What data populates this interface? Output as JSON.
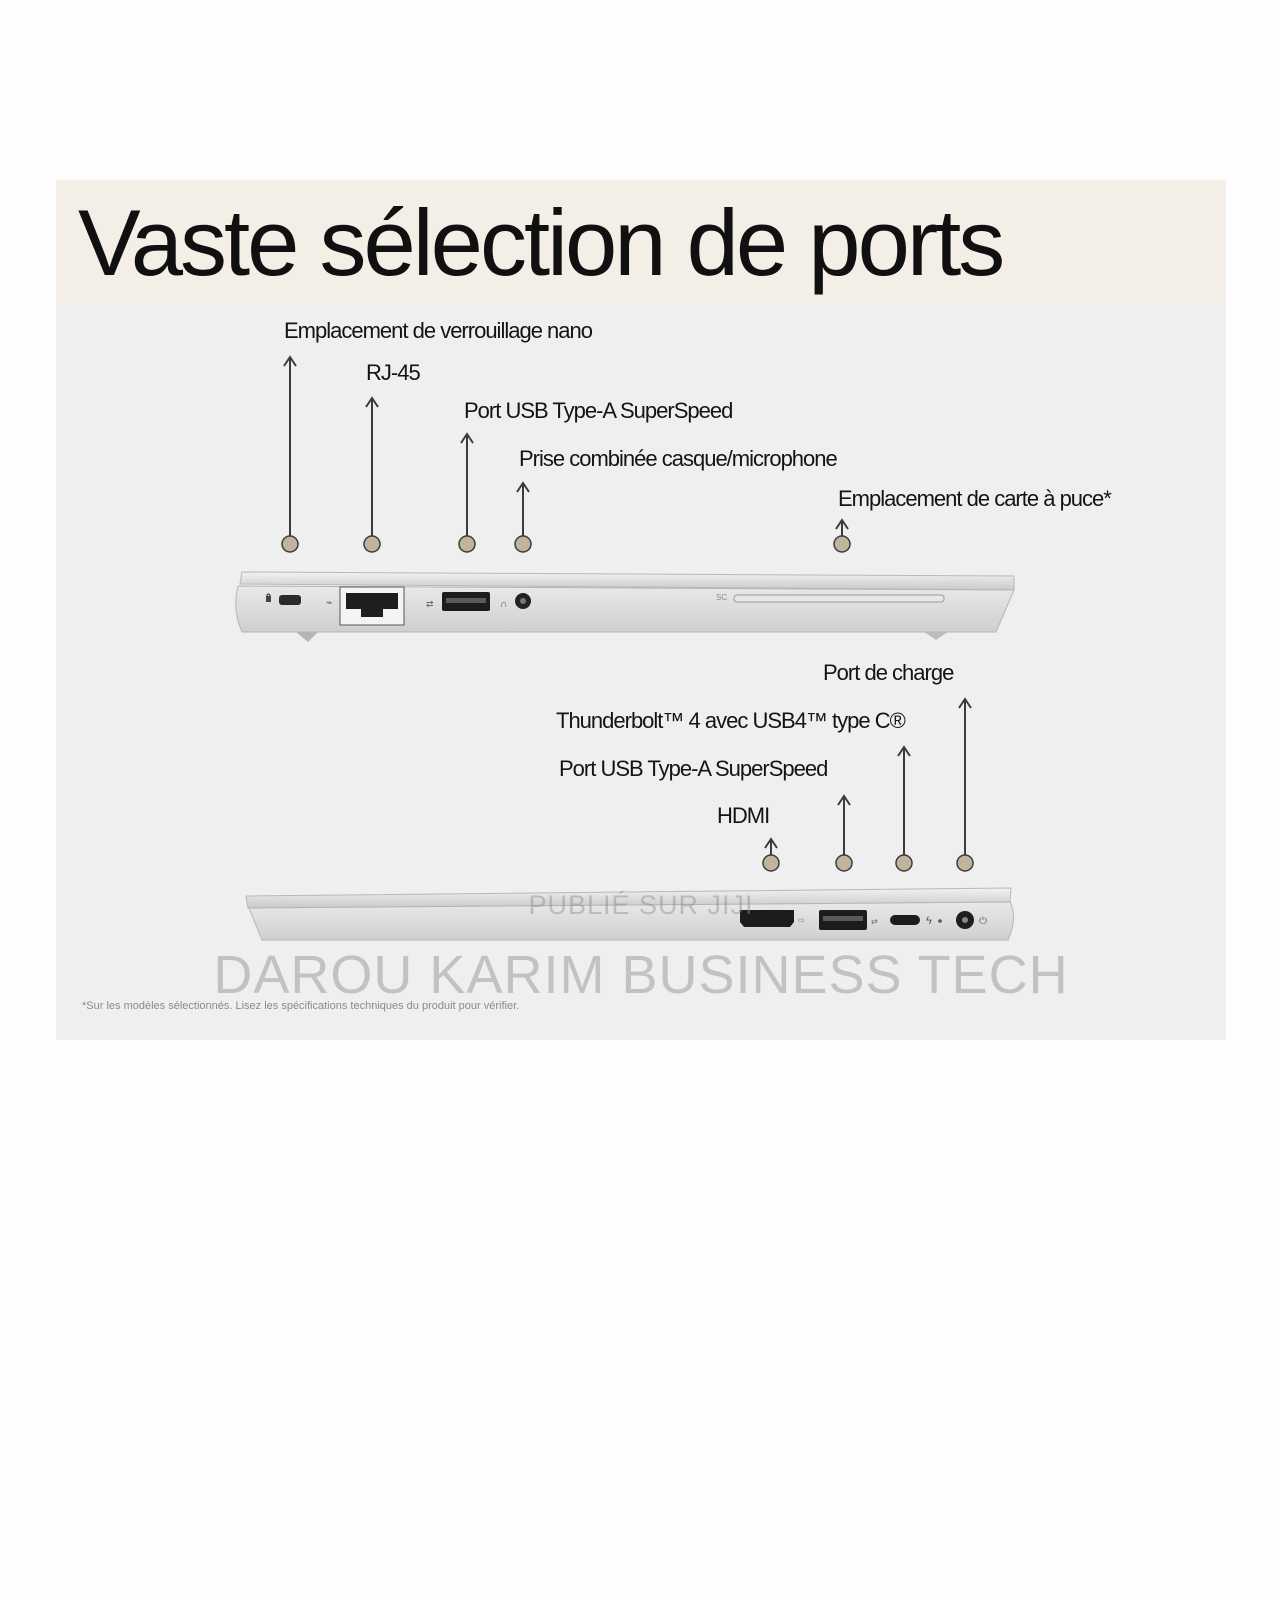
{
  "title": "Vaste sélection de ports",
  "top_view": {
    "labels": [
      "Emplacement de verrouillage nano",
      "RJ-45",
      "Port USB Type-A SuperSpeed",
      "Prise combinée casque/microphone",
      "Emplacement de carte à puce*"
    ],
    "markings": {
      "smart_card": "SC"
    }
  },
  "bottom_view": {
    "labels": [
      "Port de charge",
      "Thunderbolt™ 4 avec USB4™ type C®",
      "Port USB Type-A SuperSpeed",
      "HDMI"
    ]
  },
  "footnote": "*Sur les modèles sélectionnés. Lisez les spécifications techniques du produit pour vérifier.",
  "watermark": {
    "line1": "PUBLIÉ SUR JIJI",
    "line2": "DAROU KARIM BUSINESS TECH"
  },
  "colors": {
    "page_background": "#fdfdfd",
    "card_background": "#efefef",
    "header_background": "#f3eee6",
    "marker_fill": "#c2b49c",
    "laptop_silver": "#d9d9d9"
  },
  "icons": [
    "lock-icon",
    "network-icon",
    "usb-icon",
    "headset-icon",
    "thunderbolt-icon",
    "power-icon",
    "hdmi-icon"
  ]
}
